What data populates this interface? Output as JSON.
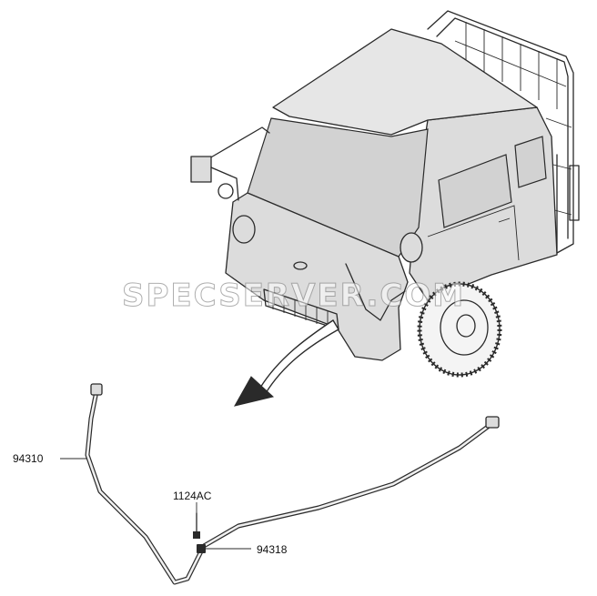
{
  "diagram": {
    "parts": [
      {
        "id": "p1",
        "label": "94310"
      },
      {
        "id": "p2",
        "label": "1124AC"
      },
      {
        "id": "p3",
        "label": "94318"
      }
    ],
    "watermark": "SPECSERVER.COM"
  }
}
